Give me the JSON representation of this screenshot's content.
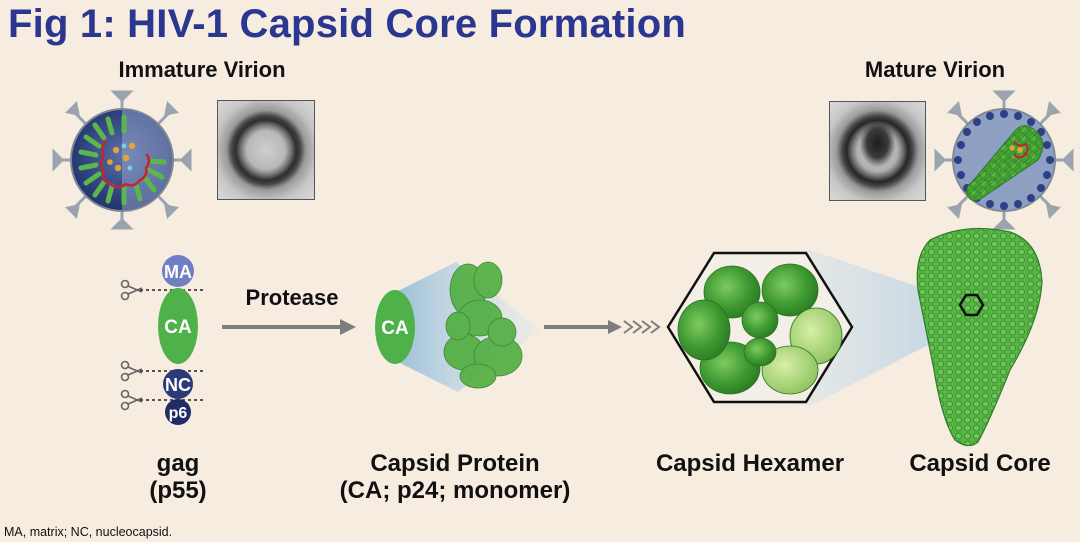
{
  "title": "Fig 1: HIV-1 Capsid Core Formation",
  "virions": {
    "immature_label": "Immature Virion",
    "mature_label": "Mature Virion"
  },
  "gag": {
    "domains": [
      "MA",
      "CA",
      "NC",
      "p6"
    ],
    "label_line1": "gag",
    "label_line2": "(p55)"
  },
  "arrow_label": "Protease",
  "capsid_protein": {
    "domain_label": "CA",
    "label_line1": "Capsid Protein",
    "label_line2": "(CA; p24; monomer)"
  },
  "hexamer_label": "Capsid Hexamer",
  "core_label": "Capsid Core",
  "footnote": "MA, matrix; NC, nucleocapsid.",
  "colors": {
    "title": "#2a3690",
    "background": "#f6ede0",
    "ma": "#6f7fc4",
    "ca": "#4fb14a",
    "nc": "#2b3a7a",
    "p6": "#1f2c66",
    "protein_green": "#4fae3f",
    "arrow": "#7d7d7d"
  }
}
